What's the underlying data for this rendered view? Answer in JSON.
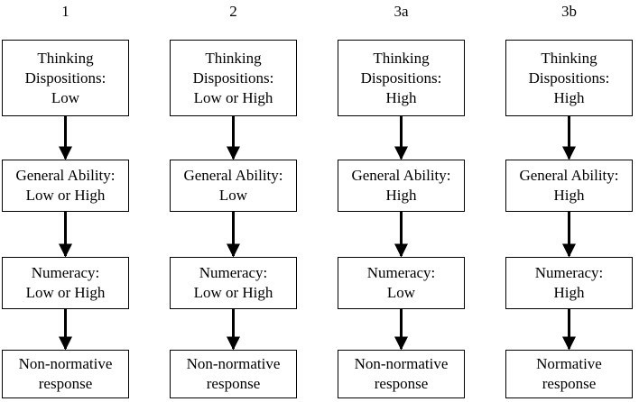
{
  "columns": [
    {
      "label": "1",
      "boxes": [
        {
          "lines": [
            "Thinking",
            "Dispositions:",
            "Low"
          ]
        },
        {
          "lines": [
            "General Ability:",
            "Low or High"
          ]
        },
        {
          "lines": [
            "Numeracy:",
            "Low or High"
          ]
        },
        {
          "lines": [
            "Non-normative",
            "response"
          ]
        }
      ]
    },
    {
      "label": "2",
      "boxes": [
        {
          "lines": [
            "Thinking",
            "Dispositions:",
            "Low or High"
          ]
        },
        {
          "lines": [
            "General Ability:",
            "Low"
          ]
        },
        {
          "lines": [
            "Numeracy:",
            "Low or High"
          ]
        },
        {
          "lines": [
            "Non-normative",
            "response"
          ]
        }
      ]
    },
    {
      "label": "3a",
      "boxes": [
        {
          "lines": [
            "Thinking",
            "Dispositions:",
            "High"
          ]
        },
        {
          "lines": [
            "General Ability:",
            "High"
          ]
        },
        {
          "lines": [
            "Numeracy:",
            "Low"
          ]
        },
        {
          "lines": [
            "Non-normative",
            "response"
          ]
        }
      ]
    },
    {
      "label": "3b",
      "boxes": [
        {
          "lines": [
            "Thinking",
            "Dispositions:",
            "High"
          ]
        },
        {
          "lines": [
            "General Ability:",
            "High"
          ]
        },
        {
          "lines": [
            "Numeracy:",
            "High"
          ]
        },
        {
          "lines": [
            "Normative",
            "response"
          ]
        }
      ]
    }
  ],
  "colors": {
    "stroke": "#000000",
    "background": "#ffffff"
  }
}
